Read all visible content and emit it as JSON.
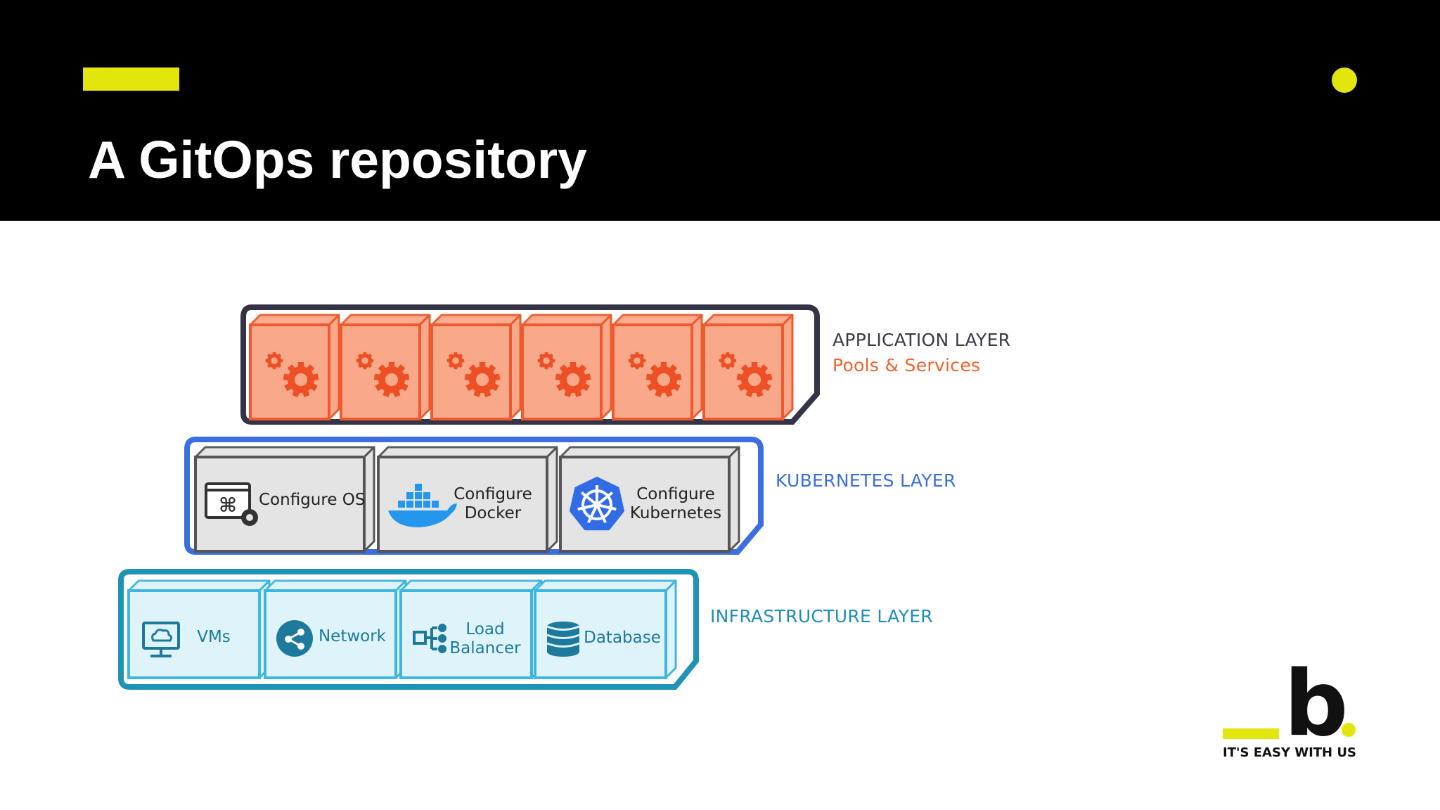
{
  "slide": {
    "title": "A GitOps repository"
  },
  "layers": {
    "application": {
      "label": "APPLICATION LAYER",
      "sublabel": "Pools & Services",
      "label_color": "#3a3a4a",
      "sublabel_color": "#f0622d",
      "fill": "#f9a88a",
      "stroke": "#ee5a2d",
      "frame": "#343448",
      "icon_color": "#ee4f24"
    },
    "kubernetes": {
      "label": "KUBERNETES LAYER",
      "label_color": "#3b6fe0",
      "fill": "#e4e4e4",
      "stroke": "#555555",
      "frame": "#3b6fe0",
      "cells": [
        {
          "line1": "Configure OS",
          "line2": "",
          "icon": "terminal-gear-icon"
        },
        {
          "line1": "Configure",
          "line2": "Docker",
          "icon": "docker-whale-icon"
        },
        {
          "line1": "Configure",
          "line2": "Kubernetes",
          "icon": "kubernetes-helm-icon"
        }
      ]
    },
    "infrastructure": {
      "label": "INFRASTRUCTURE LAYER",
      "label_color": "#1e8fb0",
      "fill": "#dff3fb",
      "stroke": "#3fb6e0",
      "frame": "#1e93b4",
      "icon_color": "#1d7a9c",
      "cells": [
        {
          "line1": "VMs",
          "line2": "",
          "icon": "monitor-cloud-icon"
        },
        {
          "line1": "Network",
          "line2": "",
          "icon": "share-network-icon"
        },
        {
          "line1": "Load",
          "line2": "Balancer",
          "icon": "load-balancer-icon"
        },
        {
          "line1": "Database",
          "line2": "",
          "icon": "database-icon"
        }
      ]
    }
  },
  "logo": {
    "letter": "b",
    "tagline": "IT'S EASY WITH US"
  },
  "colors": {
    "accent": "#e3e60d",
    "header_bg": "#000000"
  }
}
